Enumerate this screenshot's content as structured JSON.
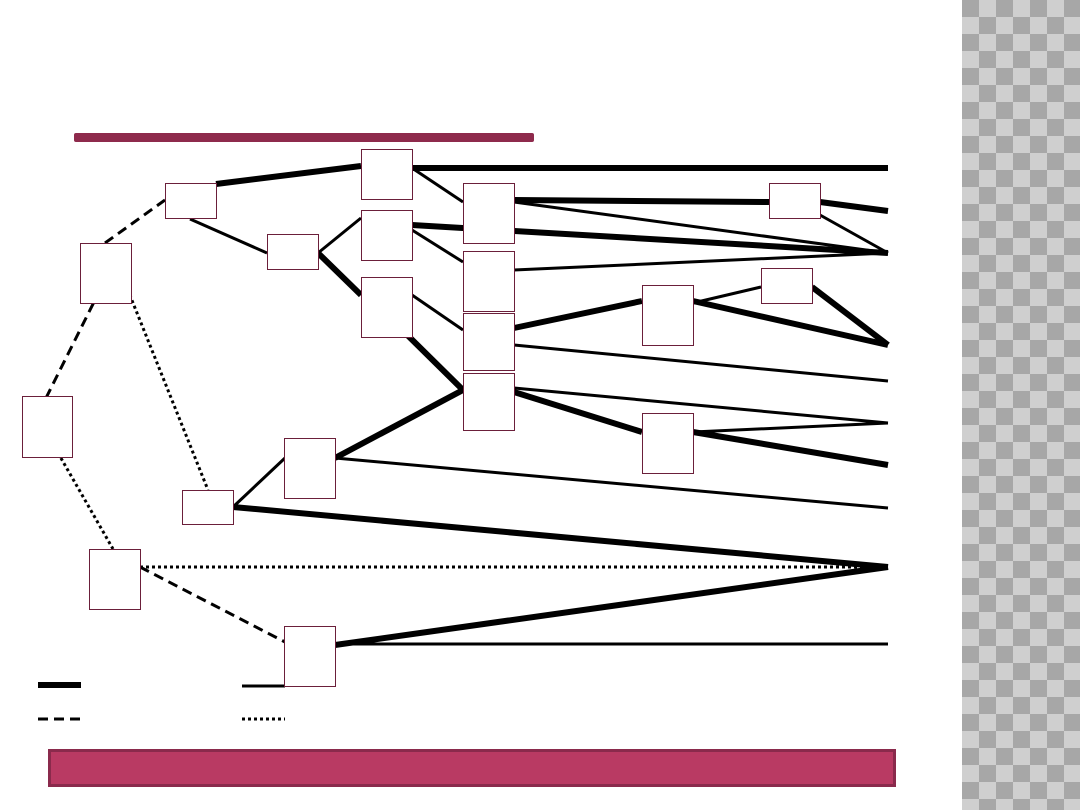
{
  "colors": {
    "title_bar": "#8e2a4c",
    "footer_bar": "#b93a63",
    "node_border": "#6b1f3a",
    "sidebar_light": "#cfcfcf",
    "sidebar_dark": "#a7a7a7"
  },
  "title": "",
  "footer_text": "",
  "legend": [
    {
      "style": "thick-solid",
      "label": ""
    },
    {
      "style": "thin-solid",
      "label": ""
    },
    {
      "style": "dashed",
      "label": ""
    },
    {
      "style": "dotted",
      "label": ""
    }
  ]
}
